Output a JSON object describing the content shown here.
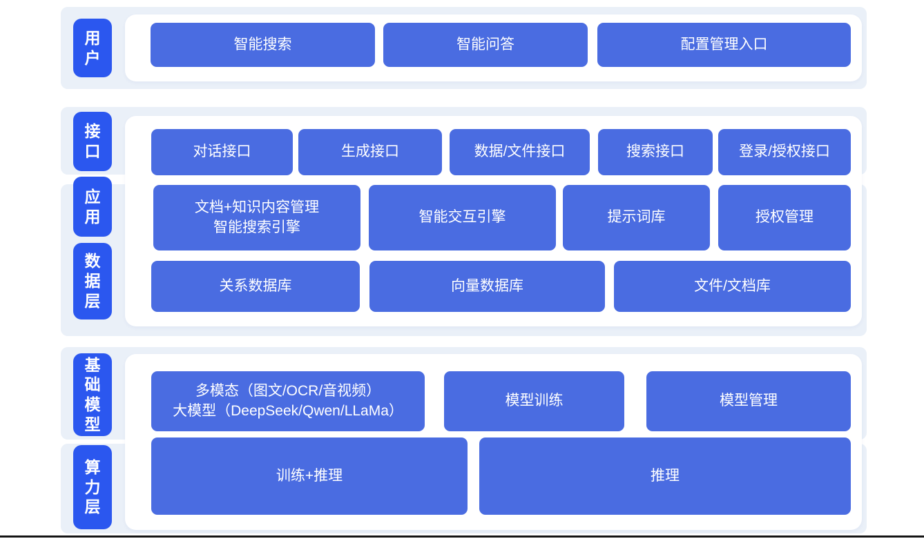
{
  "colors": {
    "pill_blue": "#2B57EF",
    "button_blue": "#4A6CE1",
    "band_bg": "#EAF0F8",
    "page_bg": "#FFFFFF",
    "text_white": "#FFFFFF",
    "bottom_rule": "#141414"
  },
  "layers": {
    "user": {
      "label": "用户",
      "buttons": {
        "smart_search": "智能搜索",
        "smart_qa": "智能问答",
        "config_entry": "配置管理入口"
      }
    },
    "interface": {
      "label": "接口",
      "buttons": {
        "dialog": "对话接口",
        "generate": "生成接口",
        "data_file": "数据/文件接口",
        "search": "搜索接口",
        "login_auth": "登录/授权接口"
      }
    },
    "application": {
      "label": "应用",
      "buttons": {
        "doc_engine_line1": "文档+知识内容管理",
        "doc_engine_line2": "智能搜索引擎",
        "interaction_engine": "智能交互引擎",
        "prompt_library": "提示词库",
        "auth_mgmt": "授权管理"
      }
    },
    "data": {
      "label": "数据层",
      "buttons": {
        "relational_db": "关系数据库",
        "vector_db": "向量数据库",
        "file_doc_store": "文件/文档库"
      }
    },
    "foundation": {
      "label": "基础模型",
      "buttons": {
        "multimodal_line1": "多模态（图文/OCR/音视频）",
        "multimodal_line2": "大模型（DeepSeek/Qwen/LLaMa）",
        "model_training": "模型训练",
        "model_mgmt": "模型管理"
      }
    },
    "compute": {
      "label": "算力层",
      "buttons": {
        "train_infer": "训练+推理",
        "infer": "推理"
      }
    }
  }
}
